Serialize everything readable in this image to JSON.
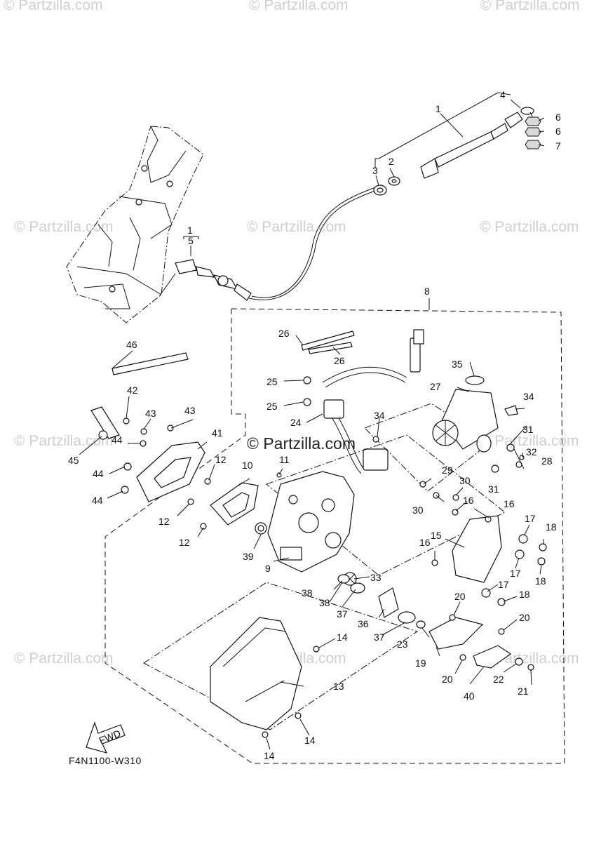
{
  "diagram_code": "F4N1100-W310",
  "fwd_label": "FWD",
  "watermark_text": "© Partzilla.com",
  "center_watermark": "© Partzilla.com",
  "callouts": [
    {
      "num": "1",
      "name": "callout-1-top"
    },
    {
      "num": "1",
      "name": "callout-1-left"
    },
    {
      "num": "2",
      "name": "callout-2"
    },
    {
      "num": "3",
      "name": "callout-3"
    },
    {
      "num": "4",
      "name": "callout-4"
    },
    {
      "num": "5",
      "name": "callout-5"
    },
    {
      "num": "6",
      "name": "callout-6a"
    },
    {
      "num": "6",
      "name": "callout-6b"
    },
    {
      "num": "7",
      "name": "callout-7"
    },
    {
      "num": "8",
      "name": "callout-8"
    },
    {
      "num": "9",
      "name": "callout-9"
    },
    {
      "num": "10",
      "name": "callout-10"
    },
    {
      "num": "11",
      "name": "callout-11"
    },
    {
      "num": "12",
      "name": "callout-12a"
    },
    {
      "num": "12",
      "name": "callout-12b"
    },
    {
      "num": "12",
      "name": "callout-12c"
    },
    {
      "num": "13",
      "name": "callout-13"
    },
    {
      "num": "14",
      "name": "callout-14a"
    },
    {
      "num": "14",
      "name": "callout-14b"
    },
    {
      "num": "14",
      "name": "callout-14c"
    },
    {
      "num": "15",
      "name": "callout-15"
    },
    {
      "num": "16",
      "name": "callout-16a"
    },
    {
      "num": "16",
      "name": "callout-16b"
    },
    {
      "num": "16",
      "name": "callout-16c"
    },
    {
      "num": "17",
      "name": "callout-17a"
    },
    {
      "num": "17",
      "name": "callout-17b"
    },
    {
      "num": "17",
      "name": "callout-17c"
    },
    {
      "num": "18",
      "name": "callout-18a"
    },
    {
      "num": "18",
      "name": "callout-18b"
    },
    {
      "num": "18",
      "name": "callout-18c"
    },
    {
      "num": "19",
      "name": "callout-19"
    },
    {
      "num": "20",
      "name": "callout-20a"
    },
    {
      "num": "20",
      "name": "callout-20b"
    },
    {
      "num": "20",
      "name": "callout-20c"
    },
    {
      "num": "21",
      "name": "callout-21"
    },
    {
      "num": "22",
      "name": "callout-22"
    },
    {
      "num": "23",
      "name": "callout-23"
    },
    {
      "num": "24",
      "name": "callout-24"
    },
    {
      "num": "25",
      "name": "callout-25a"
    },
    {
      "num": "25",
      "name": "callout-25b"
    },
    {
      "num": "26",
      "name": "callout-26a"
    },
    {
      "num": "26",
      "name": "callout-26b"
    },
    {
      "num": "27",
      "name": "callout-27"
    },
    {
      "num": "28",
      "name": "callout-28"
    },
    {
      "num": "29",
      "name": "callout-29"
    },
    {
      "num": "30",
      "name": "callout-30a"
    },
    {
      "num": "30",
      "name": "callout-30b"
    },
    {
      "num": "31",
      "name": "callout-31a"
    },
    {
      "num": "31",
      "name": "callout-31b"
    },
    {
      "num": "32",
      "name": "callout-32"
    },
    {
      "num": "33",
      "name": "callout-33"
    },
    {
      "num": "34",
      "name": "callout-34a"
    },
    {
      "num": "34",
      "name": "callout-34b"
    },
    {
      "num": "35",
      "name": "callout-35"
    },
    {
      "num": "36",
      "name": "callout-36"
    },
    {
      "num": "37",
      "name": "callout-37a"
    },
    {
      "num": "37",
      "name": "callout-37b"
    },
    {
      "num": "38",
      "name": "callout-38a"
    },
    {
      "num": "38",
      "name": "callout-38b"
    },
    {
      "num": "39",
      "name": "callout-39"
    },
    {
      "num": "40",
      "name": "callout-40"
    },
    {
      "num": "41",
      "name": "callout-41"
    },
    {
      "num": "42",
      "name": "callout-42"
    },
    {
      "num": "43",
      "name": "callout-43a"
    },
    {
      "num": "43",
      "name": "callout-43b"
    },
    {
      "num": "44",
      "name": "callout-44a"
    },
    {
      "num": "44",
      "name": "callout-44b"
    },
    {
      "num": "44",
      "name": "callout-44c"
    },
    {
      "num": "45",
      "name": "callout-45"
    },
    {
      "num": "46",
      "name": "callout-46"
    }
  ]
}
